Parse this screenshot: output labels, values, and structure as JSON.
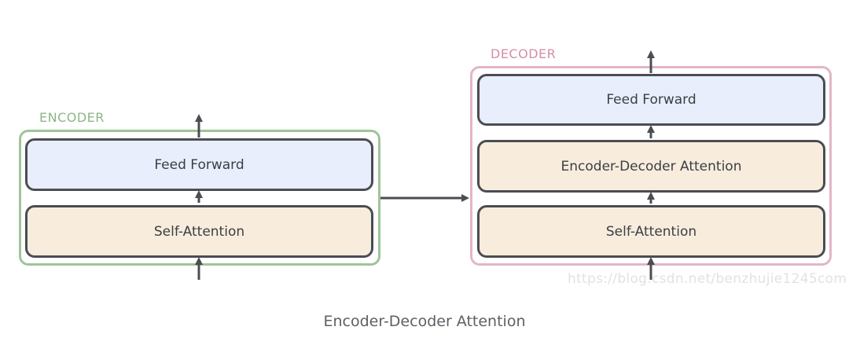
{
  "encoder": {
    "label": "ENCODER",
    "layers": {
      "feed_forward": "Feed Forward",
      "self_attention": "Self-Attention"
    }
  },
  "decoder": {
    "label": "DECODER",
    "layers": {
      "feed_forward": "Feed Forward",
      "encoder_decoder_attention": "Encoder-Decoder Attention",
      "self_attention": "Self-Attention"
    }
  },
  "watermark": "https://blog.csdn.net/benzhujie1245com",
  "caption": "Encoder-Decoder Attention",
  "colors": {
    "encoder_border": "#9ec598",
    "decoder_border": "#e3b5c6",
    "feed_forward_fill": "#e8eefb",
    "attention_fill": "#f8ecdd",
    "layer_border": "#4a4d52"
  }
}
